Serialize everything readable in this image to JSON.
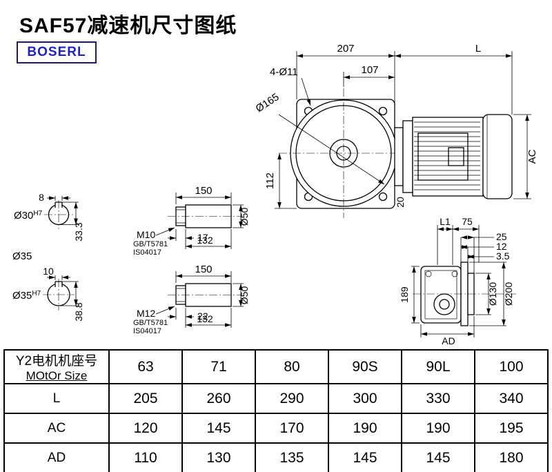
{
  "page": {
    "title": "SAF57减速机尺寸图纸",
    "brand": "BOSERL"
  },
  "colors": {
    "line": "#000000",
    "brand_text": "#1f1fc8",
    "brand_border": "#241a63"
  },
  "drawing": {
    "front_view": {
      "dim_gearbox_width": "207",
      "dim_motor_length": "L",
      "dim_bolt_holes": "4-Ø11",
      "dim_center_to_face": "107",
      "dim_flange_dia": "Ø165",
      "dim_center_height": "112",
      "dim_motor_height": "AC",
      "dim_shaft_dia": "20"
    },
    "shaft_section_1": {
      "dim_key_width": "8",
      "dim_bore": "Ø30",
      "dim_bore_tol": "H7",
      "dim_key_depth": "33.3",
      "dim_outer": "Ø35"
    },
    "shaft_section_2": {
      "dim_key_width": "10",
      "dim_bore": "Ø35",
      "dim_bore_tol": "H7",
      "dim_key_depth": "38.8"
    },
    "shaft_detail_1": {
      "dim_length": "150",
      "thread": "M10",
      "std1": "GB/T5781",
      "std2": "IS04017",
      "dim_thread_len": "17",
      "dim_body_len": "132",
      "dim_dia": "Ø50"
    },
    "shaft_detail_2": {
      "dim_length": "150",
      "thread": "M12",
      "std1": "GB/T5781",
      "std2": "IS04017",
      "dim_thread_len": "22",
      "dim_body_len": "132",
      "dim_dia": "Ø50"
    },
    "side_view": {
      "dim_l1": "L1",
      "dim_75": "75",
      "dim_25": "25",
      "dim_12": "12",
      "dim_3_5": "3.5",
      "dim_height": "189",
      "dim_spigot_dia": "Ø130",
      "dim_flange_dia": "Ø200",
      "dim_ad": "AD"
    }
  },
  "table": {
    "header_label_line1": "Y2电机机座号",
    "header_label_line2": "MOtOr Size",
    "motor_sizes": [
      "63",
      "71",
      "80",
      "90S",
      "90L",
      "100"
    ],
    "rows": [
      {
        "label": "L",
        "values": [
          "205",
          "260",
          "290",
          "300",
          "330",
          "340"
        ]
      },
      {
        "label": "AC",
        "values": [
          "120",
          "145",
          "170",
          "190",
          "190",
          "195"
        ]
      },
      {
        "label": "AD",
        "values": [
          "110",
          "130",
          "135",
          "145",
          "145",
          "180"
        ]
      }
    ]
  }
}
